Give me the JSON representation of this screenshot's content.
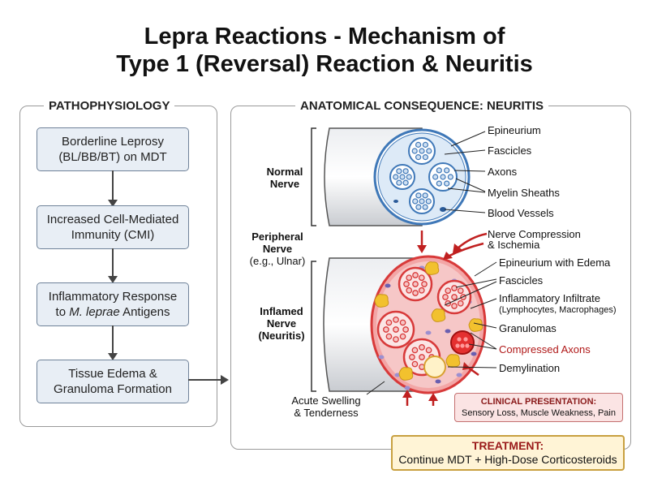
{
  "title": {
    "line1": "Lepra Reactions - Mechanism of",
    "line2": "Type 1 (Reversal) Reaction & Neuritis"
  },
  "pathophysiology": {
    "heading": "PATHOPHYSIOLOGY",
    "steps": [
      {
        "line1": "Borderline Leprosy",
        "line2": "(BL/BB/BT) on MDT"
      },
      {
        "line1": "Increased Cell-Mediated",
        "line2": "Immunity (CMI)"
      },
      {
        "line1": "Inflammatory Response",
        "line2_pre": "to ",
        "line2_italic": "M. leprae",
        "line2_post": " Antigens"
      },
      {
        "line1": "Tissue Edema &",
        "line2": "Granuloma Formation"
      }
    ]
  },
  "anatomy": {
    "heading": "ANATOMICAL CONSEQUENCE: NEURITIS",
    "normal_label": {
      "line1": "Normal",
      "line2": "Nerve"
    },
    "peripheral_label": {
      "line1": "Peripheral",
      "line2": "Nerve",
      "line3": "(e.g., Ulnar)"
    },
    "inflamed_label": {
      "line1": "Inflamed",
      "line2": "Nerve",
      "line3": "(Neuritis)"
    },
    "normal_callouts": [
      "Epineurium",
      "Fascicles",
      "Axons",
      "Myelin Sheaths",
      "Blood Vessels"
    ],
    "compression": {
      "line1": "Nerve Compression",
      "line2": "& Ischemia"
    },
    "inflamed_callouts": {
      "epineurium": "Epineurium with Edema",
      "fascicles": "Fascicles",
      "infiltrate": "Inflammatory Infiltrate",
      "infiltrate_sub": "(Lymphocytes, Macrophages)",
      "granulomas": "Granulomas",
      "compressed": "Compressed Axons",
      "demyelination": "Demylination"
    },
    "swelling": {
      "line1": "Acute Swelling",
      "line2": "& Tenderness"
    }
  },
  "clinical": {
    "heading": "CLINICAL PRESENTATION:",
    "text": "Sensory Loss, Muscle Weakness, Pain"
  },
  "treatment": {
    "heading": "TREATMENT:",
    "text": "Continue MDT + High-Dose Corticosteroids"
  },
  "colors": {
    "normal_blue": "#3f78b8",
    "inflamed_red": "#d83a3a",
    "flow_fill": "#e8eef5",
    "granuloma": "#f2c12e"
  }
}
